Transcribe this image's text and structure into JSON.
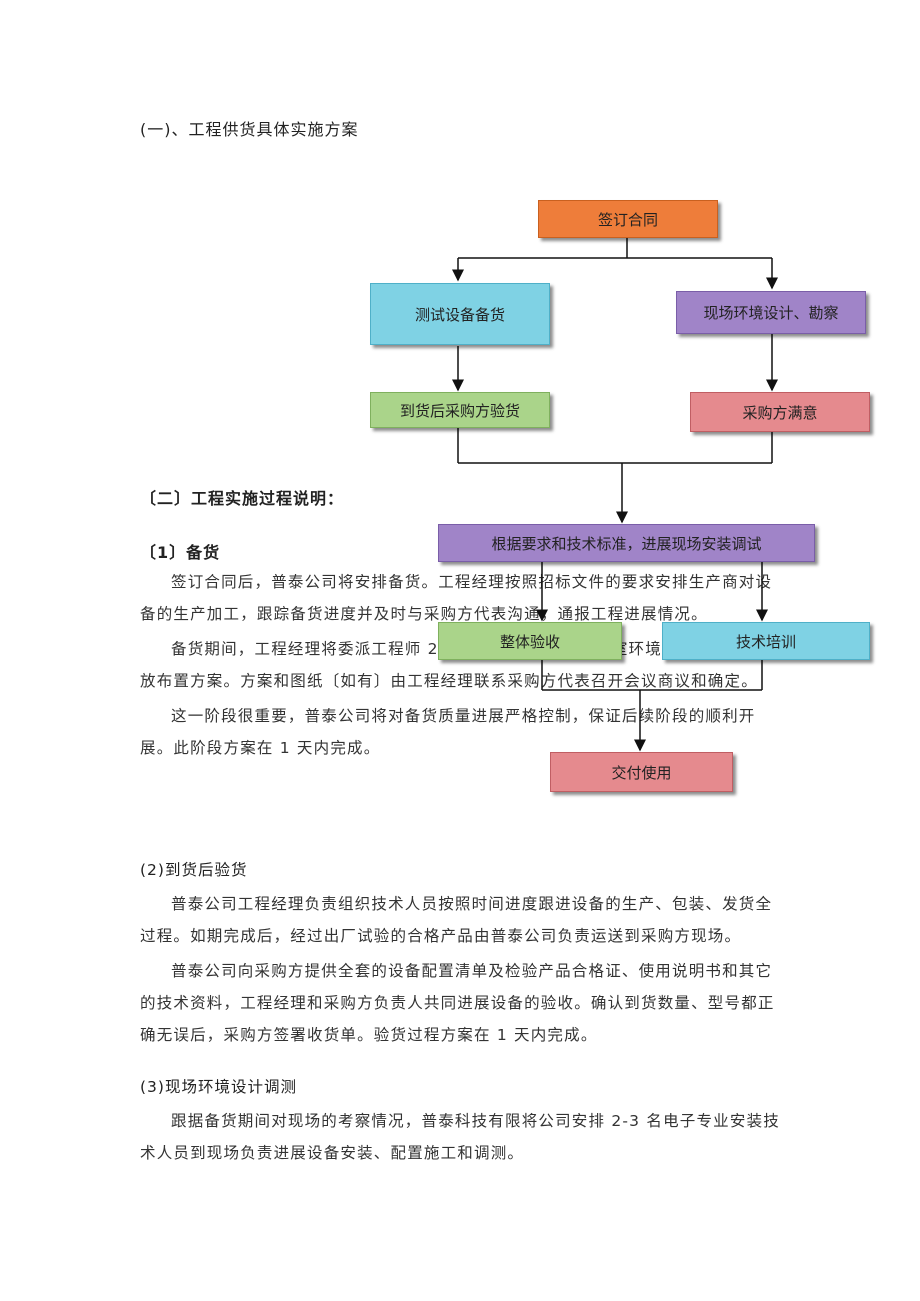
{
  "section1_title": "(一)、工程供货具体实施方案",
  "flow": {
    "sign_contract": "签订合同",
    "test_equipment": "测试设备备货",
    "site_design": "现场环境设计、勘察",
    "arrival_inspection": "到货后采购方验货",
    "buyer_satisfied": "采购方满意",
    "install_debug": "根据要求和技术标准，进展现场安装调试",
    "overall_acceptance": "整体验收",
    "tech_training": "技术培训",
    "delivery": "交付使用"
  },
  "section2_title": "〔二〕工程实施过程说明：",
  "sub1": {
    "title": "〔1〕备货",
    "p1": "签订合同后，普泰公司将安排备货。工程经理按照招标文件的要求安排生产商对设备的生产加工，跟踪备货进度并及时与采购方代表沟通，通报工程进展情况。",
    "p2": "备货期间，工程经理将委派工程师 2 人到采购方现场考察教室环境，设计出设备摆放布置方案。方案和图纸〔如有〕由工程经理联系采购方代表召开会议商议和确定。",
    "p3": "这一阶段很重要，普泰公司将对备货质量进展严格控制，保证后续阶段的顺利开展。此阶段方案在 1 天内完成。"
  },
  "sub2": {
    "title": "(2)到货后验货",
    "p1": "普泰公司工程经理负责组织技术人员按照时间进度跟进设备的生产、包装、发货全过程。如期完成后，经过出厂试验的合格产品由普泰公司负责运送到采购方现场。",
    "p2": "普泰公司向采购方提供全套的设备配置清单及检验产品合格证、使用说明书和其它的技术资料，工程经理和采购方负责人共同进展设备的验收。确认到货数量、型号都正确无误后，采购方签署收货单。验货过程方案在 1 天内完成。"
  },
  "sub3": {
    "title": "(3)现场环境设计调测",
    "p1": "跟据备货期间对现场的考察情况，普泰科技有限将公司安排 2-3 名电子专业安装技术人员到现场负责进展设备安装、配置施工和调测。"
  },
  "colors": {
    "orange": "#ee7d3a",
    "blue": "#7fd2e4",
    "purple": "#a084c8",
    "green": "#aad48a",
    "pink": "#e58a8e"
  }
}
